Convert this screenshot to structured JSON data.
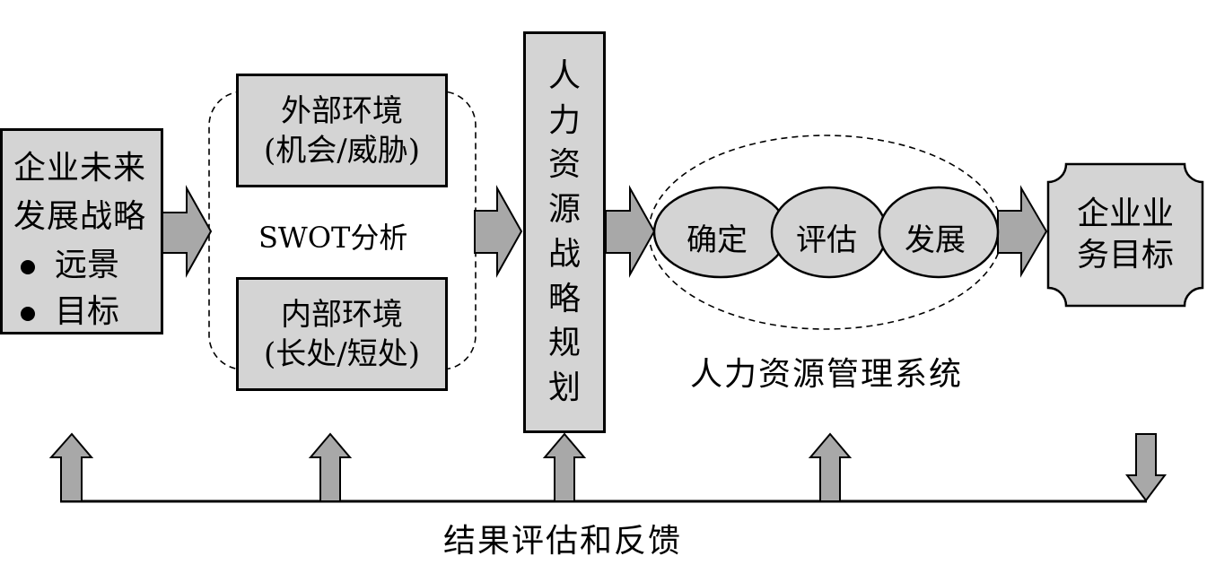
{
  "strategy": {
    "title_line1": "企业未来",
    "title_line2": "发展战略",
    "bullets": [
      "远景",
      "目标"
    ]
  },
  "swot": {
    "external_line1": "外部环境",
    "external_line2": "(机会/威胁)",
    "label": "SWOT分析",
    "internal_line1": "内部环境",
    "internal_line2": "(长处/短处)"
  },
  "hr_planning": {
    "chars": [
      "人",
      "力",
      "资",
      "源",
      "战",
      "略",
      "规",
      "划"
    ]
  },
  "hr_system": {
    "ellipses": [
      "确定",
      "评估",
      "发展"
    ],
    "label": "人力资源管理系统"
  },
  "business_goal": {
    "line1": "企业业",
    "line2": "务目标"
  },
  "feedback": {
    "label": "结果评估和反馈"
  },
  "colors": {
    "fill": "#d4d4d4",
    "arrow_fill": "#a8a8a8",
    "stroke": "#000000"
  }
}
